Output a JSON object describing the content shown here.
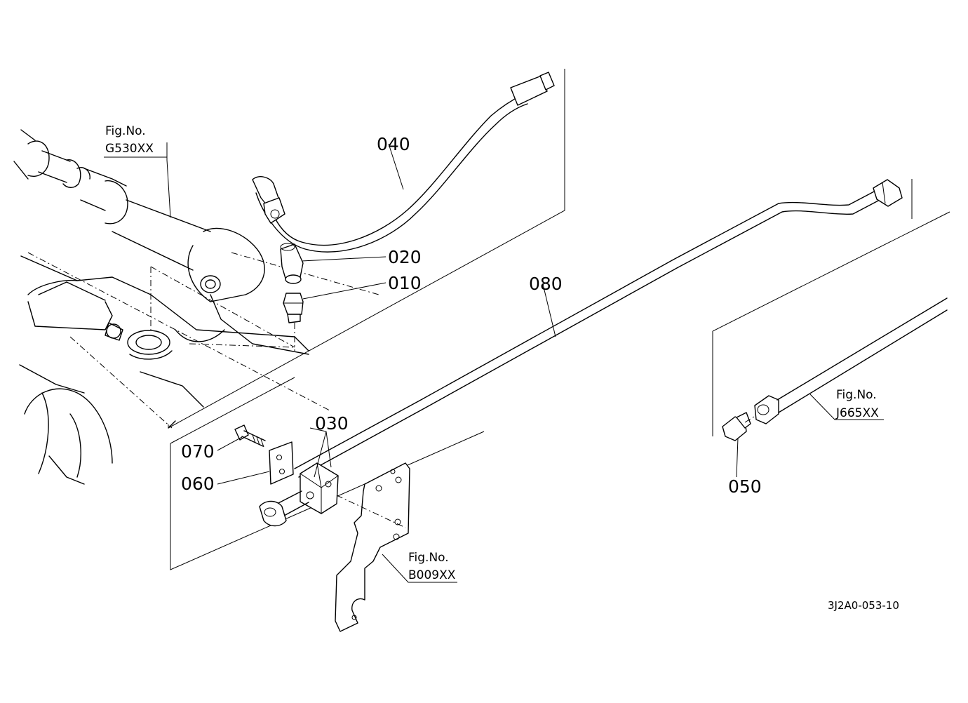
{
  "part_labels": {
    "p010": "010",
    "p020": "020",
    "p030": "030",
    "p040": "040",
    "p050": "050",
    "p060": "060",
    "p070": "070",
    "p080": "080"
  },
  "figure_refs": {
    "g530": {
      "line1": "Fig.No.",
      "line2": "G530XX"
    },
    "j665": {
      "line1": "Fig.No.",
      "line2": "J665XX"
    },
    "b009": {
      "line1": "Fig.No.",
      "line2": "B009XX"
    }
  },
  "drawing_id": "3J2A0-053-10"
}
